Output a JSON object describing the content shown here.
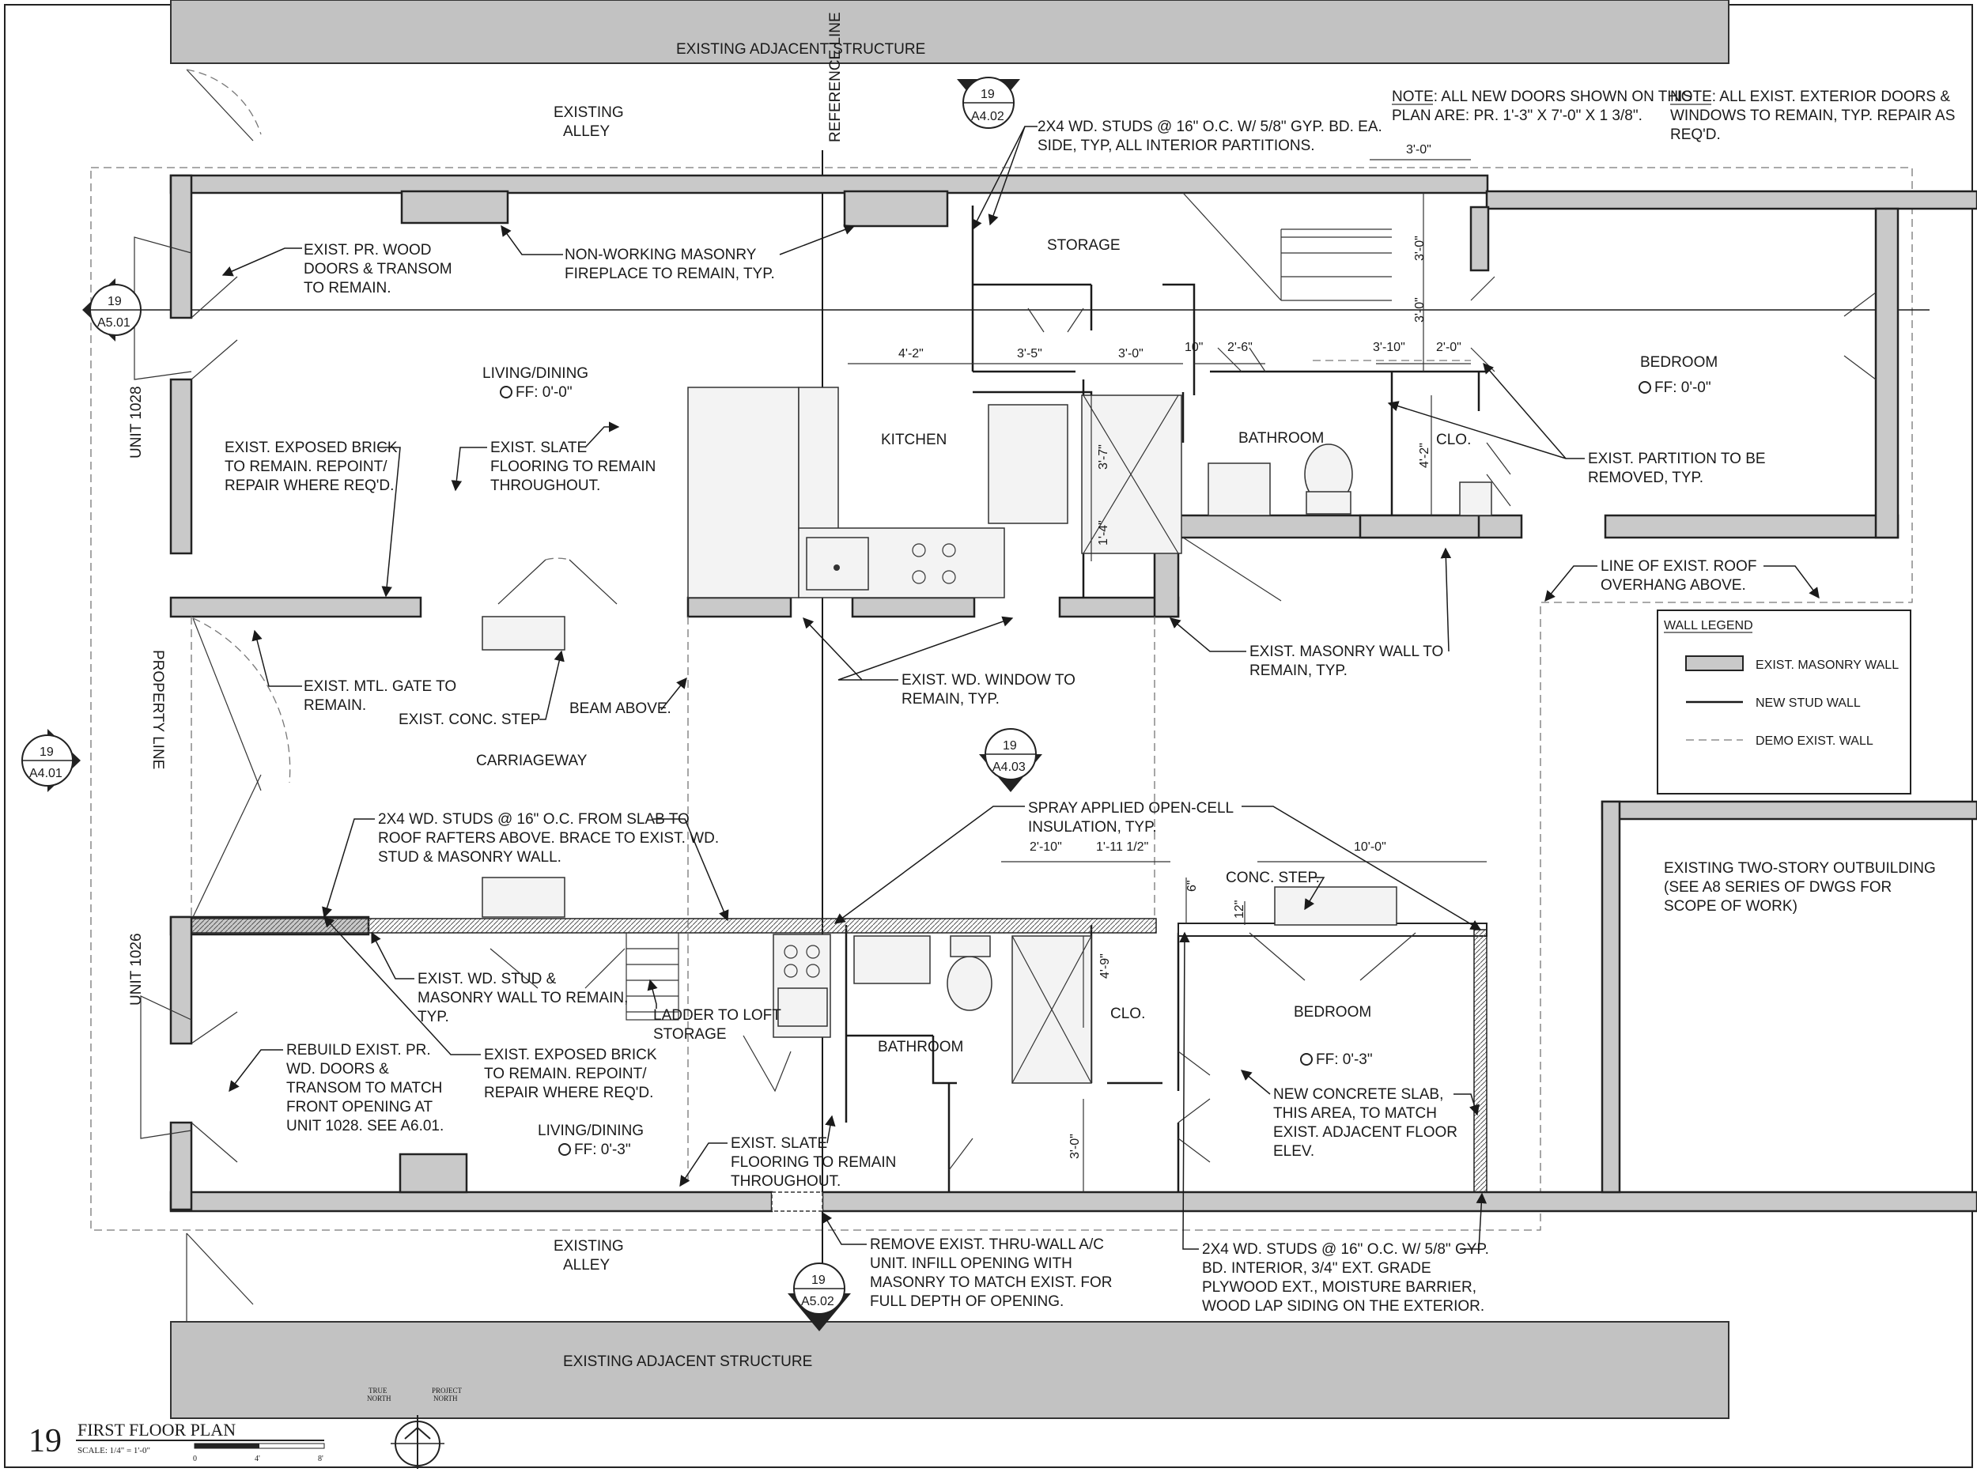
{
  "adjacent": {
    "top": "EXISTING ADJACENT STRUCTURE",
    "bottom": "EXISTING ADJACENT STRUCTURE"
  },
  "alley": {
    "top_1": "EXISTING",
    "top_2": "ALLEY",
    "bottom_1": "EXISTING",
    "bottom_2": "ALLEY"
  },
  "reference_line": "REFERENCE LINE",
  "property_line": "PROPERTY LINE",
  "units": {
    "upper": "UNIT 1028",
    "lower": "UNIT 1026"
  },
  "notes": {
    "doors_1": "NOTE: ALL NEW DOORS SHOWN ON THIS",
    "doors_2": "PLAN ARE: PR. 1'-3\" X 7'-0\" X 1 3/8\".",
    "ext_1": "NOTE: ALL EXIST. EXTERIOR DOORS &",
    "ext_2": "WINDOWS TO REMAIN, TYP. REPAIR AS",
    "ext_3": "REQ'D."
  },
  "section_markers": [
    {
      "num": "19",
      "sheet": "A4.02"
    },
    {
      "num": "19",
      "sheet": "A5.01"
    },
    {
      "num": "19",
      "sheet": "A4.01"
    },
    {
      "num": "19",
      "sheet": "A4.03"
    },
    {
      "num": "19",
      "sheet": "A5.02"
    }
  ],
  "rooms": {
    "storage": "STORAGE",
    "kitchen": "KITCHEN",
    "bathroom_upper": "BATHROOM",
    "clo_upper": "CLO.",
    "bedroom_upper": "BEDROOM",
    "bedroom_upper_ff": "FF: 0'-0\"",
    "living_upper": "LIVING/DINING",
    "living_upper_ff": "FF: 0'-0\"",
    "carriageway": "CARRIAGEWAY",
    "bathroom_lower": "BATHROOM",
    "clo_lower": "CLO.",
    "bedroom_lower": "BEDROOM",
    "bedroom_lower_ff": "FF: 0'-3\"",
    "living_lower": "LIVING/DINING",
    "living_lower_ff": "FF: 0'-3\"",
    "outbuilding_1": "EXISTING TWO-STORY OUTBUILDING",
    "outbuilding_2": "(SEE A8 SERIES OF DWGS FOR",
    "outbuilding_3": "SCOPE OF WORK)"
  },
  "dimensions": {
    "d3_0_top": "3'-0\"",
    "d4_2": "4'-2\"",
    "d3_5": "3'-5\"",
    "d3_0_a": "3'-0\"",
    "d10": "10\"",
    "d2_6": "2'-6\"",
    "d3_10": "3'-10\"",
    "d2_0": "2'-0\"",
    "d3_0_v1": "3'-0\"",
    "d3_0_v2": "3'-0\"",
    "d3_7": "3'-7\"",
    "d1_4": "1'-4\"",
    "d4_2_v": "4'-2\"",
    "d2_10": "2'-10\"",
    "d1_11": "1'-11 1/2\"",
    "d10_0": "10'-0\"",
    "d6": "6\"",
    "d12": "12\"",
    "d4_9": "4'-9\"",
    "d3_0_lower": "3'-0\""
  },
  "callouts": {
    "studs_top_1": "2X4 WD. STUDS @ 16\" O.C. W/ 5/8\" GYP. BD. EA.",
    "studs_top_2": "SIDE, TYP, ALL INTERIOR PARTITIONS.",
    "wood_doors_1": "EXIST. PR. WOOD",
    "wood_doors_2": "DOORS & TRANSOM",
    "wood_doors_3": "TO REMAIN.",
    "fireplace_1": "NON-WORKING MASONRY",
    "fireplace_2": "FIREPLACE TO REMAIN, TYP.",
    "brick_1": "EXIST. EXPOSED BRICK",
    "brick_2": "TO REMAIN. REPOINT/",
    "brick_3": "REPAIR WHERE REQ'D.",
    "slate_1": "EXIST. SLATE",
    "slate_2": "FLOORING TO REMAIN",
    "slate_3": "THROUGHOUT.",
    "partition_1": "EXIST. PARTITION TO BE",
    "partition_2": "REMOVED, TYP.",
    "overhang_1": "LINE OF EXIST. ROOF",
    "overhang_2": "OVERHANG ABOVE.",
    "gate_1": "EXIST. MTL. GATE TO",
    "gate_2": "REMAIN.",
    "step": "EXIST. CONC. STEP",
    "beam": "BEAM ABOVE.",
    "window_1": "EXIST. WD. WINDOW TO",
    "window_2": "REMAIN, TYP.",
    "masonry_1": "EXIST. MASONRY WALL TO",
    "masonry_2": "REMAIN, TYP.",
    "studs_mid_1": "2X4 WD. STUDS @ 16\" O.C. FROM SLAB TO",
    "studs_mid_2": "ROOF RAFTERS ABOVE. BRACE TO EXIST. WD.",
    "studs_mid_3": "STUD & MASONRY WALL.",
    "spray_1": "SPRAY APPLIED OPEN-CELL",
    "spray_2": "INSULATION, TYP.",
    "conc_step": "CONC. STEP.",
    "stud_masonry_1": "EXIST. WD. STUD &",
    "stud_masonry_2": "MASONRY WALL TO REMAIN,",
    "stud_masonry_3": "TYP.",
    "ladder_1": "LADDER TO LOFT",
    "ladder_2": "STORAGE",
    "rebuild_1": "REBUILD EXIST. PR.",
    "rebuild_2": "WD. DOORS &",
    "rebuild_3": "TRANSOM TO MATCH",
    "rebuild_4": "FRONT OPENING AT",
    "rebuild_5": "UNIT 1028.  SEE A6.01.",
    "brick_l_1": "EXIST. EXPOSED BRICK",
    "brick_l_2": "TO REMAIN. REPOINT/",
    "brick_l_3": "REPAIR WHERE REQ'D.",
    "slate_l_1": "EXIST. SLATE",
    "slate_l_2": "FLOORING TO REMAIN",
    "slate_l_3": "THROUGHOUT.",
    "slab_1": "NEW CONCRETE SLAB,",
    "slab_2": "THIS AREA, TO MATCH",
    "slab_3": "EXIST. ADJACENT FLOOR",
    "slab_4": "ELEV.",
    "ac_1": "REMOVE EXIST. THRU-WALL A/C",
    "ac_2": "UNIT. INFILL OPENING WITH",
    "ac_3": "MASONRY TO MATCH EXIST. FOR",
    "ac_4": "FULL DEPTH OF OPENING.",
    "studs_bot_1": "2X4 WD. STUDS @ 16\" O.C. W/ 5/8\" GYP.",
    "studs_bot_2": "BD. INTERIOR, 3/4\" EXT. GRADE",
    "studs_bot_3": "PLYWOOD EXT., MOISTURE BARRIER,",
    "studs_bot_4": "WOOD LAP SIDING ON THE EXTERIOR."
  },
  "legend": {
    "title": "WALL LEGEND",
    "masonry": "EXIST. MASONRY WALL",
    "stud": "NEW STUD WALL",
    "demo": "DEMO EXIST. WALL"
  },
  "title_block": {
    "number": "19",
    "title": "FIRST FLOOR PLAN",
    "scale": "SCALE: 1/4\" = 1'-0\"",
    "s0": "0",
    "s4": "4'",
    "s8": "8'"
  },
  "north": {
    "true_1": "TRUE",
    "true_2": "NORTH",
    "proj_1": "PROJECT",
    "proj_2": "NORTH"
  }
}
